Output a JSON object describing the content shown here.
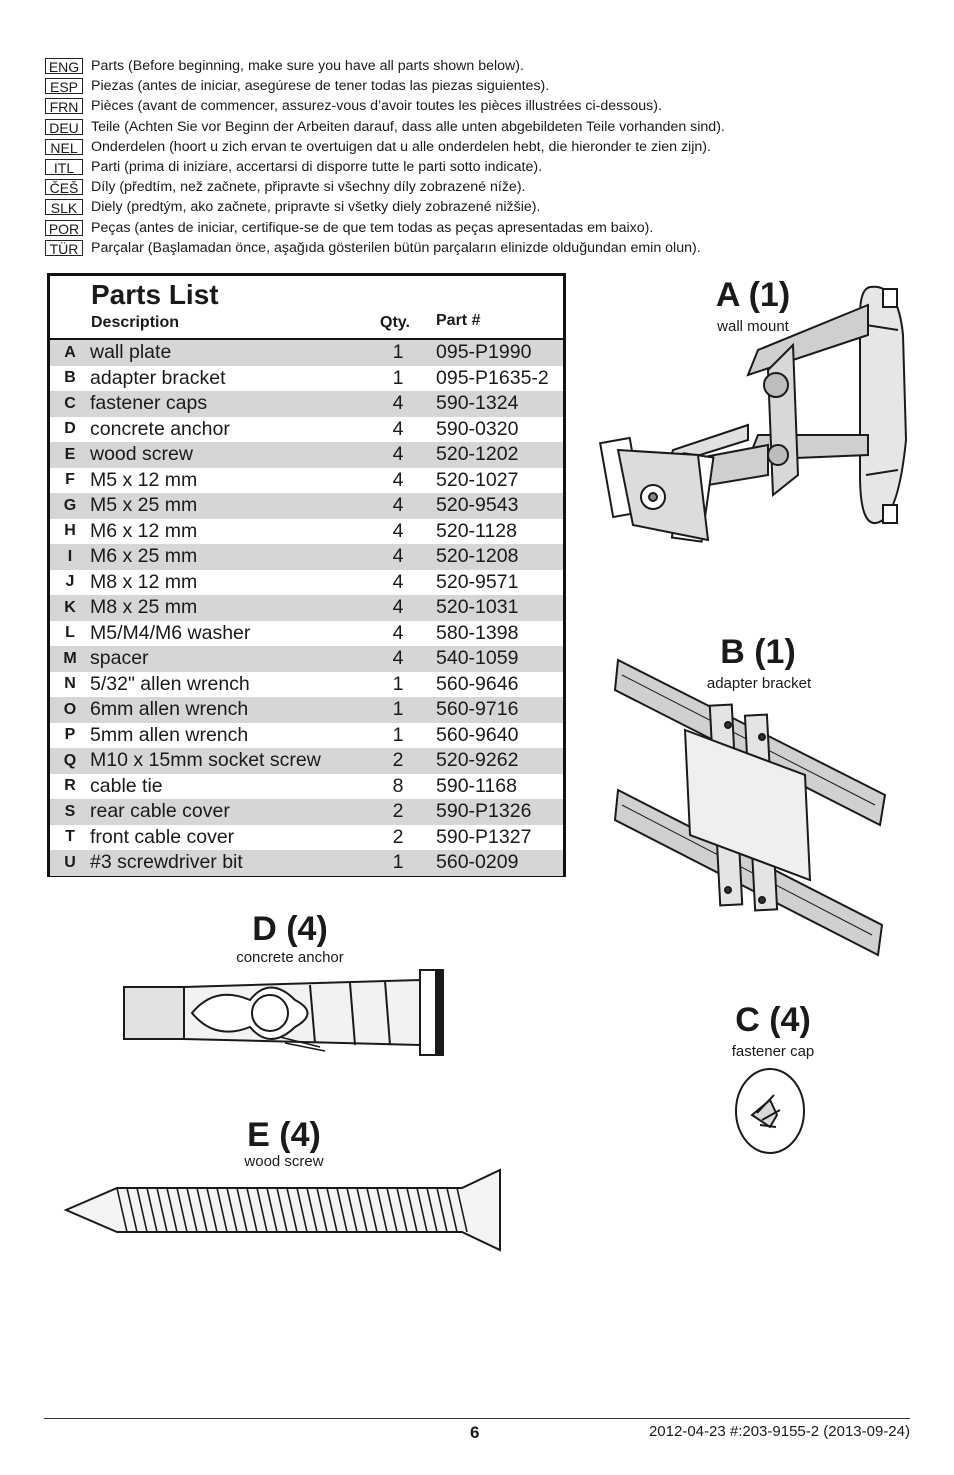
{
  "languages": [
    {
      "code": "ENG",
      "text": "Parts (Before beginning, make sure you have all parts shown below)."
    },
    {
      "code": "ESP",
      "text": "Piezas (antes de iniciar, asegúrese de tener todas las piezas siguientes)."
    },
    {
      "code": "FRN",
      "text": "Pièces (avant de commencer, assurez-vous d’avoir toutes les pièces illustrées ci-dessous)."
    },
    {
      "code": "DEU",
      "text": "Teile (Achten Sie vor Beginn der Arbeiten darauf, dass alle unten abgebildeten Teile vorhanden sind)."
    },
    {
      "code": "NEL",
      "text": "Onderdelen (hoort u zich ervan te overtuigen dat u alle onderdelen hebt, die hieronder te zien zijn)."
    },
    {
      "code": "ITL",
      "text": "Parti (prima di iniziare, accertarsi di disporre tutte le parti sotto indicate)."
    },
    {
      "code": "ČEŠ",
      "text": "Díly (předtím, než začnete, připravte si všechny díly zobrazené níže)."
    },
    {
      "code": "SLK",
      "text": "Diely (predtým, ako začnete, pripravte si všetky diely zobrazené nižšie)."
    },
    {
      "code": "POR",
      "text": "Peças (antes de iniciar, certifique-se de que tem todas as peças apresentadas em baixo)."
    },
    {
      "code": "TÜR",
      "text": "Parçalar (Başlamadan önce, aşağıda gösterilen bütün parçaların elinizde olduğundan emin olun)."
    }
  ],
  "parts_list": {
    "title": "Parts List",
    "headers": {
      "description": "Description",
      "qty": "Qty.",
      "part": "Part #"
    },
    "rows": [
      {
        "letter": "A",
        "desc": "wall plate",
        "qty": "1",
        "part": "095-P1990"
      },
      {
        "letter": "B",
        "desc": "adapter bracket",
        "qty": "1",
        "part": "095-P1635-2"
      },
      {
        "letter": "C",
        "desc": "fastener caps",
        "qty": "4",
        "part": "590-1324"
      },
      {
        "letter": "D",
        "desc": "concrete anchor",
        "qty": "4",
        "part": "590-0320"
      },
      {
        "letter": "E",
        "desc": "wood screw",
        "qty": "4",
        "part": "520-1202"
      },
      {
        "letter": "F",
        "desc": "M5 x 12 mm",
        "qty": "4",
        "part": "520-1027"
      },
      {
        "letter": "G",
        "desc": "M5 x 25 mm",
        "qty": "4",
        "part": "520-9543"
      },
      {
        "letter": "H",
        "desc": "M6 x 12 mm",
        "qty": "4",
        "part": "520-1128"
      },
      {
        "letter": "I",
        "desc": "M6 x 25 mm",
        "qty": "4",
        "part": "520-1208"
      },
      {
        "letter": "J",
        "desc": "M8 x 12 mm",
        "qty": "4",
        "part": "520-9571"
      },
      {
        "letter": "K",
        "desc": "M8 x 25 mm",
        "qty": "4",
        "part": "520-1031"
      },
      {
        "letter": "L",
        "desc": "M5/M4/M6 washer",
        "qty": "4",
        "part": "580-1398"
      },
      {
        "letter": "M",
        "desc": "spacer",
        "qty": "4",
        "part": "540-1059"
      },
      {
        "letter": "N",
        "desc": "5/32\" allen wrench",
        "qty": "1",
        "part": "560-9646"
      },
      {
        "letter": "O",
        "desc": "6mm allen wrench",
        "qty": "1",
        "part": "560-9716"
      },
      {
        "letter": "P",
        "desc": "5mm allen wrench",
        "qty": "1",
        "part": "560-9640"
      },
      {
        "letter": "Q",
        "desc": "M10 x 15mm socket screw",
        "qty": "2",
        "part": "520-9262"
      },
      {
        "letter": "R",
        "desc": "cable tie",
        "qty": "8",
        "part": "590-1168"
      },
      {
        "letter": "S",
        "desc": "rear cable cover",
        "qty": "2",
        "part": "590-P1326"
      },
      {
        "letter": "T",
        "desc": "front cable cover",
        "qty": "2",
        "part": "590-P1327"
      },
      {
        "letter": "U",
        "desc": "#3 screwdriver bit",
        "qty": "1",
        "part": "560-0209"
      }
    ]
  },
  "figures": {
    "a": {
      "title": "A (1)",
      "sub": "wall mount"
    },
    "b": {
      "title": "B (1)",
      "sub": "adapter bracket"
    },
    "c": {
      "title": "C (4)",
      "sub": "fastener cap"
    },
    "d": {
      "title": "D (4)",
      "sub": "concrete anchor"
    },
    "e": {
      "title": "E (4)",
      "sub": "wood screw"
    }
  },
  "footer": {
    "page": "6",
    "ref": "2012-04-23   #:203-9155-2  (2013-09-24)"
  },
  "colors": {
    "row_shade": "#d6d6d6",
    "border": "#111111"
  }
}
